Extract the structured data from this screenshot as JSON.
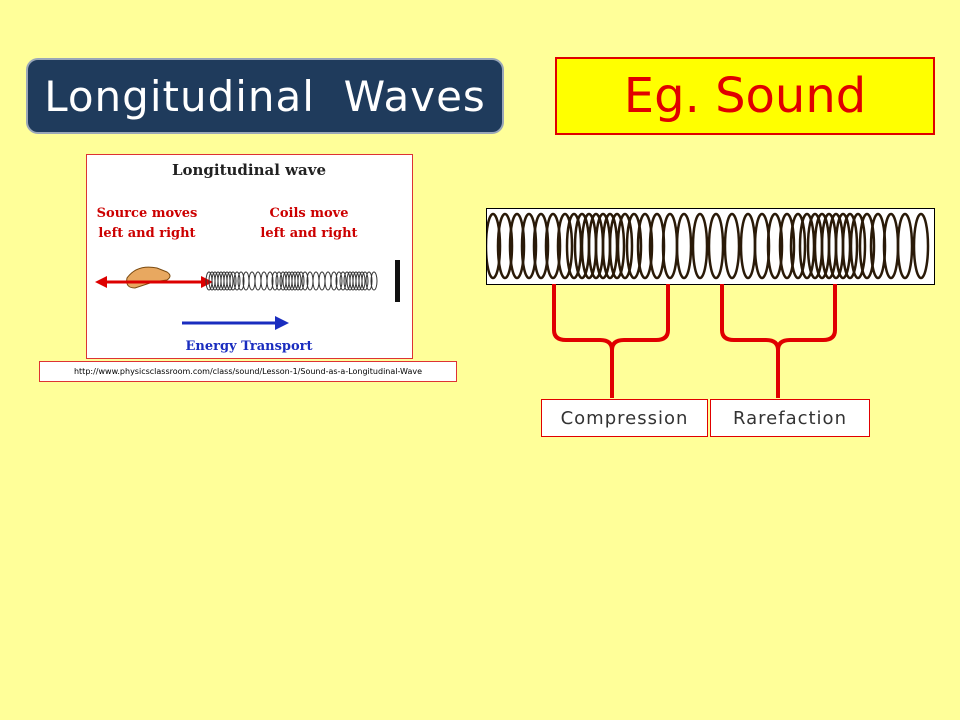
{
  "slide": {
    "title": "Longitudinal  Waves",
    "example": "Eg. Sound",
    "source_url": "http://www.physicsclassroom.com/class/sound/Lesson-1/Sound-as-a-Longitudinal-Wave",
    "colors": {
      "background": "#ffff99",
      "title_bg": "#1f3b5c",
      "accent_red": "#e00000",
      "example_bg": "#ffff00"
    }
  },
  "diagram": {
    "heading": "Longitudinal wave",
    "source_label_line1": "Source moves",
    "source_label_line2": "left and right",
    "coils_label_line1": "Coils move",
    "coils_label_line2": "left and right",
    "energy_label": "Energy Transport"
  },
  "spring": {
    "labels": {
      "compression": "Compression",
      "rarefaction": "Rarefaction"
    }
  }
}
